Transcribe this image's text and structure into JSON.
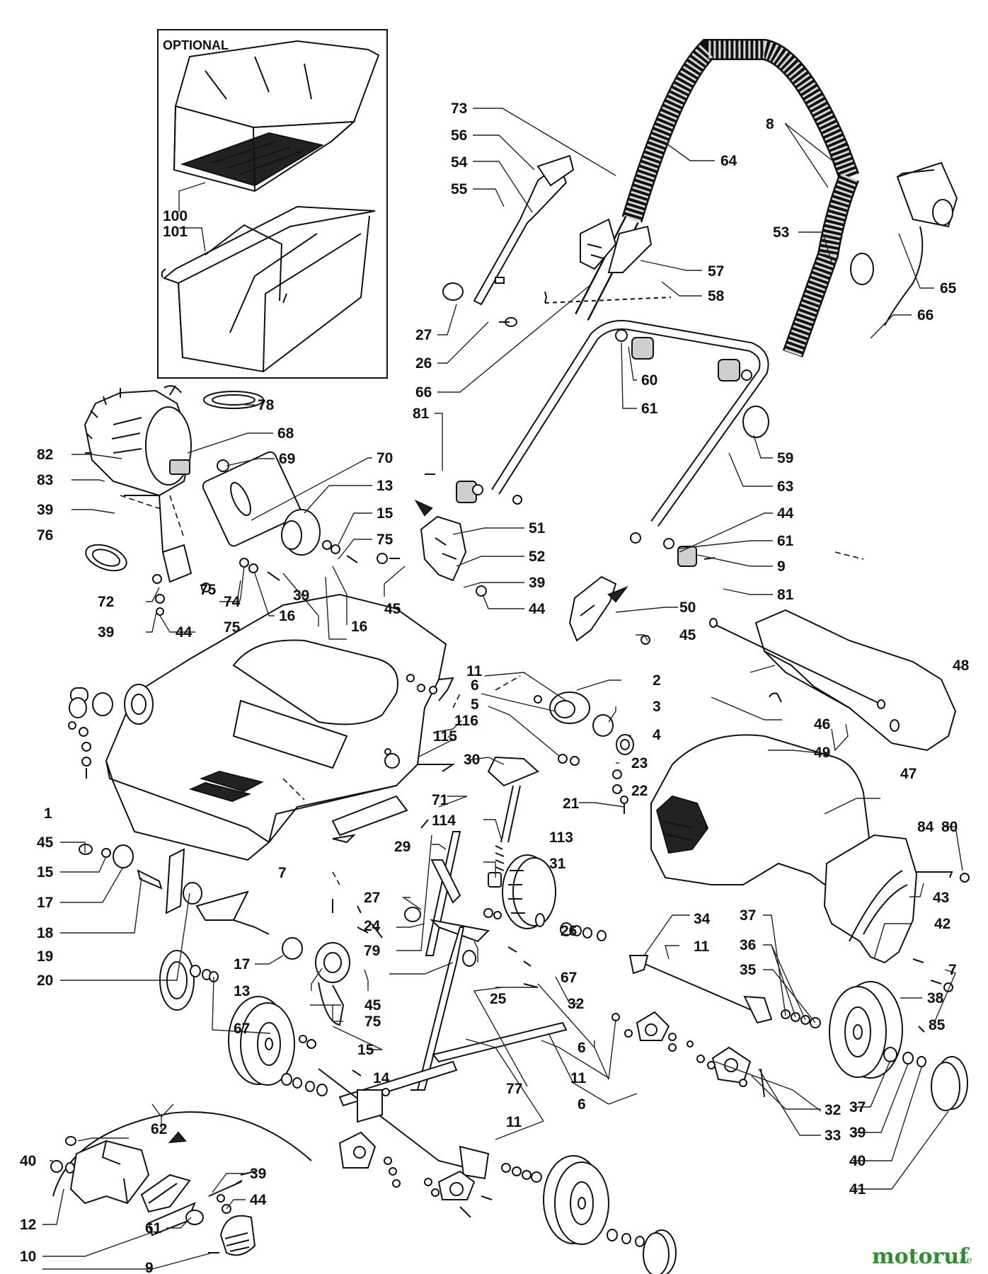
{
  "optional_label": "OPTIONAL",
  "watermark": {
    "name": "motoruf",
    "suffix": ".de",
    "color": "#2f8f2f"
  },
  "callouts": [
    "100",
    "101",
    "73",
    "56",
    "54",
    "55",
    "27",
    "26",
    "66",
    "64",
    "8",
    "53",
    "57",
    "58",
    "65",
    "66",
    "60",
    "61",
    "59",
    "63",
    "81",
    "44",
    "61",
    "9",
    "81",
    "78",
    "68",
    "82",
    "69",
    "70",
    "83",
    "39",
    "13",
    "15",
    "75",
    "76",
    "51",
    "52",
    "39",
    "44",
    "45",
    "50",
    "45",
    "72",
    "74",
    "75",
    "39",
    "16",
    "16",
    "75",
    "39",
    "44",
    "48",
    "11",
    "2",
    "6",
    "3",
    "5",
    "4",
    "116",
    "115",
    "30",
    "23",
    "22",
    "21",
    "46",
    "49",
    "47",
    "71",
    "114",
    "113",
    "29",
    "31",
    "80",
    "84",
    "1",
    "45",
    "15",
    "7",
    "43",
    "17",
    "27",
    "42",
    "18",
    "34",
    "24",
    "26",
    "11",
    "19",
    "79",
    "37",
    "67",
    "36",
    "20",
    "25",
    "35",
    "17",
    "38",
    "13",
    "32",
    "45",
    "75",
    "7",
    "67",
    "85",
    "15",
    "6",
    "11",
    "14",
    "77",
    "32",
    "6",
    "11",
    "37",
    "62",
    "39",
    "33",
    "40",
    "39",
    "40",
    "12",
    "61",
    "44",
    "10",
    "9",
    "41"
  ]
}
